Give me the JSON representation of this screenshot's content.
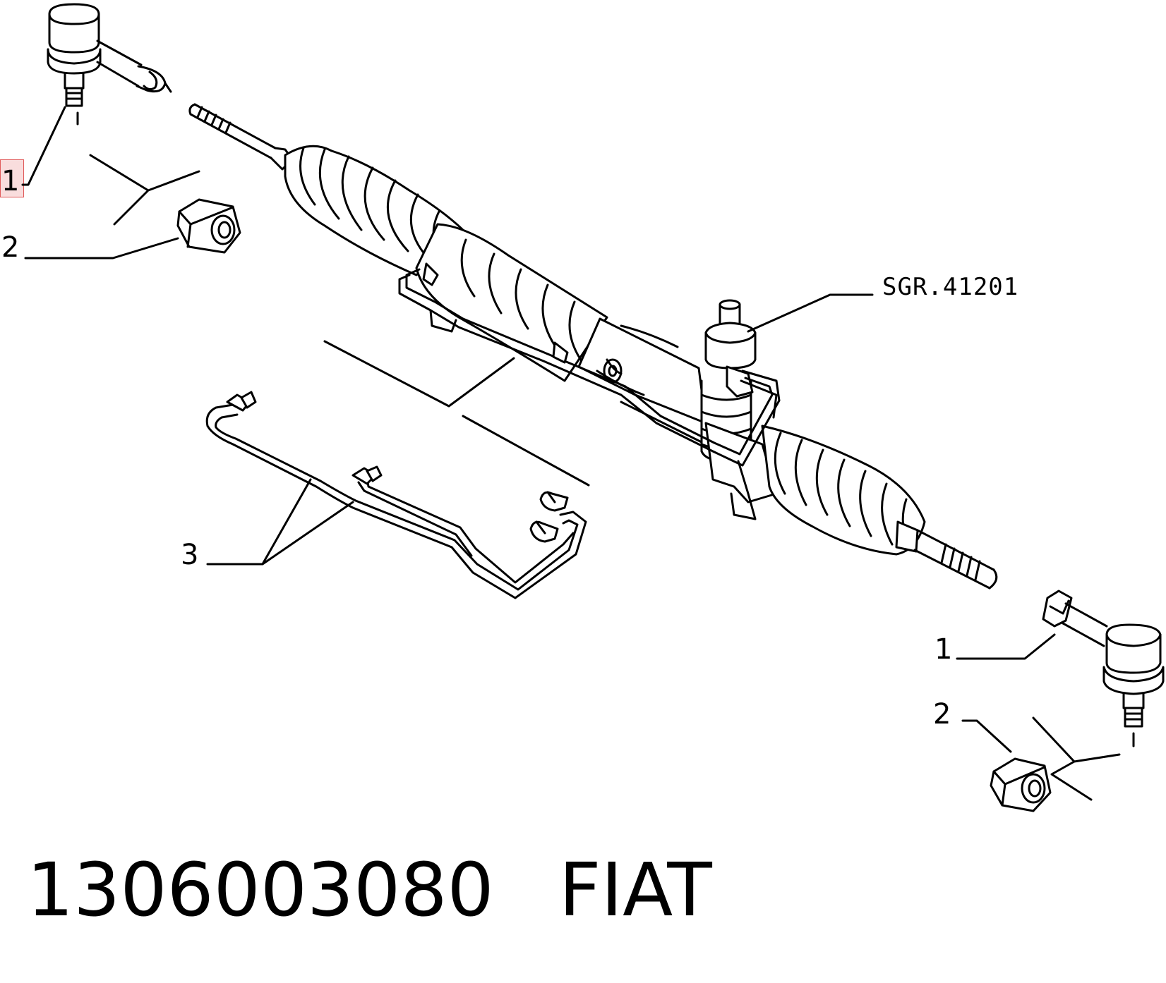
{
  "callouts": {
    "tie_rod_end_left": "1",
    "nut_left": "2",
    "pipes": "3",
    "tie_rod_end_right": "1",
    "nut_right": "2"
  },
  "reference": "SGR.41201",
  "part_number": "1306003080",
  "brand": "FIAT",
  "colors": {
    "line": "#000000",
    "background": "#ffffff",
    "highlight": "#e05a5a"
  }
}
